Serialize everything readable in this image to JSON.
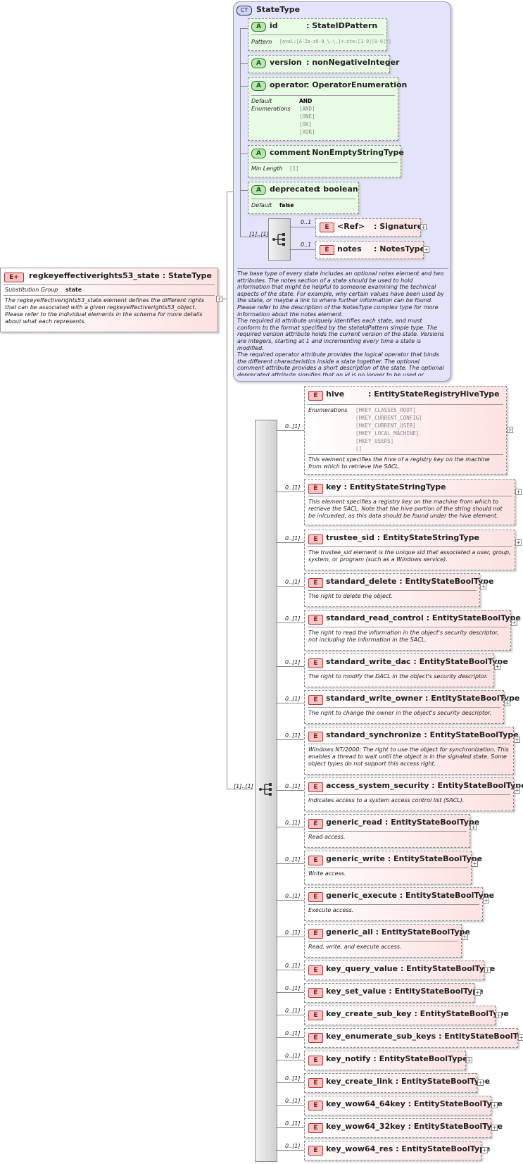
{
  "root": {
    "badge": "E",
    "badge_plus": "+",
    "name": "regkeyeffectiverights53_state",
    "type_sep": ":",
    "type": "StateType",
    "subst_label": "Substitution Group",
    "subst_value": "state",
    "description": "The regkeyeffectiverights53_state element defines the different rights that can be associated with a given regkeyeffectiverights53_object. Please refer to the individual elements in the schema for more details about what each represents."
  },
  "complex_type": {
    "badge": "CT",
    "name": "StateType",
    "multiplicity": "[1]..[1]",
    "description": "The base type of every state includes an optional notes element and two attributes. The notes section of a state should be used to hold information that might be helpful to someone examining the technical aspects of the state. For example, why certain values have been used by the state, or maybe a link to where further information can be found. Please refer to the description of the NotesType complex type for more information about the notes element.\nThe required id attribute uniquely identifies each state, and must conform to the format specified by the stateIdPattern simple type. The required version attribute holds the current version of the state. Versions are integers, starting at 1 and incrementing every time a state is modified.\nThe required operator attribute provides the logical operator that binds the different characteristics inside a state together. The optional comment attribute provides a short description of the state. The optional deprecated attribute signifies that an id is no longer to be used or referenced but the i",
    "attributes": [
      {
        "badge": "A",
        "name": "id",
        "type": ": StateIDPattern",
        "rows": [
          {
            "label": "Pattern",
            "values": [
              "[oval:[A-Za-z0-9_\\-\\.]+:ste:[1-9][0-9]*]"
            ]
          }
        ]
      },
      {
        "badge": "A",
        "name": "version",
        "type": ": nonNegativeInteger",
        "rows": []
      },
      {
        "badge": "A",
        "name": "operator",
        "type": ": OperatorEnumeration",
        "rows": [
          {
            "label": "Default",
            "values": [
              "AND"
            ]
          },
          {
            "label": "Enumerations",
            "values": [
              "[AND]",
              "[ONE]",
              "[OR]",
              "[XOR]"
            ]
          }
        ]
      },
      {
        "badge": "A",
        "name": "comment",
        "type": ": NonEmptyStringType",
        "rows": [
          {
            "label": "Min Length",
            "values": [
              "[1]"
            ]
          }
        ]
      },
      {
        "badge": "A",
        "name": "deprecated",
        "type": ": boolean",
        "rows": [
          {
            "label": "Default",
            "values": [
              "false"
            ]
          }
        ]
      }
    ],
    "children": [
      {
        "badge": "E",
        "multiplicity": "0..1",
        "name": "<Ref>",
        "type": ": Signature"
      },
      {
        "badge": "E",
        "multiplicity": "0..1",
        "name": "notes",
        "type": ": NotesType"
      }
    ]
  },
  "sequence": {
    "multiplicity": "[1]..[1]",
    "elements": [
      {
        "badge": "E",
        "multiplicity": "0..[1]",
        "name": "hive",
        "type": ": EntityStateRegistryHiveType",
        "enum_label": "Enumerations",
        "enumerations": [
          "[HKEY_CLASSES_ROOT]",
          "[HKEY_CURRENT_CONFIG]",
          "[HKEY_CURRENT_USER]",
          "[HKEY_LOCAL_MACHINE]",
          "[HKEY_USERS]",
          "[]"
        ],
        "description": "This element specifies the hive of a registry key on the machine from which to retrieve the SACL."
      },
      {
        "badge": "E",
        "multiplicity": "0..[1]",
        "name": "key",
        "type": ": EntityStateStringType",
        "description": "This element specifies a registry key on the machine from which to retrieve the SACL. Note that the hive portion of the string should not be inlcueded, as this data should be found under the hive element."
      },
      {
        "badge": "E",
        "multiplicity": "0..[1]",
        "name": "trustee_sid",
        "type": ": EntityStateStringType",
        "description": "The trustee_sid element is the unique sid that associated a user, group, system, or program (such as a Windows service)."
      },
      {
        "badge": "E",
        "multiplicity": "0..[1]",
        "name": "standard_delete",
        "type": ": EntityStateBoolType",
        "description": "The right to delete the object."
      },
      {
        "badge": "E",
        "multiplicity": "0..[1]",
        "name": "standard_read_control",
        "type": ": EntityStateBoolType",
        "description": "The right to read the information in the object's security descriptor, not including the information in the SACL."
      },
      {
        "badge": "E",
        "multiplicity": "0..[1]",
        "name": "standard_write_dac",
        "type": ": EntityStateBoolType",
        "description": "The right to modify the DACL in the object's security descriptor."
      },
      {
        "badge": "E",
        "multiplicity": "0..[1]",
        "name": "standard_write_owner",
        "type": ": EntityStateBoolType",
        "description": "The right to change the owner in the object's security descriptor."
      },
      {
        "badge": "E",
        "multiplicity": "0..[1]",
        "name": "standard_synchronize",
        "type": ": EntityStateBoolType",
        "description": "Windows NT/2000: The right to use the object for synchronization. This enables a thread to wait until the object is in the signaled state. Some object types do not support this access right."
      },
      {
        "badge": "E",
        "multiplicity": "0..[1]",
        "name": "access_system_security",
        "type": ": EntityStateBoolType",
        "description": "Indicates access to a system access control list (SACL)."
      },
      {
        "badge": "E",
        "multiplicity": "0..[1]",
        "name": "generic_read",
        "type": ": EntityStateBoolType",
        "description": "Read access."
      },
      {
        "badge": "E",
        "multiplicity": "0..[1]",
        "name": "generic_write",
        "type": ": EntityStateBoolType",
        "description": "Write access."
      },
      {
        "badge": "E",
        "multiplicity": "0..[1]",
        "name": "generic_execute",
        "type": ": EntityStateBoolType",
        "description": "Execute access."
      },
      {
        "badge": "E",
        "multiplicity": "0..[1]",
        "name": "generic_all",
        "type": ": EntityStateBoolType",
        "description": "Read, write, and execute access."
      },
      {
        "badge": "E",
        "multiplicity": "0..[1]",
        "name": "key_query_value",
        "type": ": EntityStateBoolType"
      },
      {
        "badge": "E",
        "multiplicity": "0..[1]",
        "name": "key_set_value",
        "type": ": EntityStateBoolType"
      },
      {
        "badge": "E",
        "multiplicity": "0..[1]",
        "name": "key_create_sub_key",
        "type": ": EntityStateBoolType"
      },
      {
        "badge": "E",
        "multiplicity": "0..[1]",
        "name": "key_enumerate_sub_keys",
        "type": ": EntityStateBoolType"
      },
      {
        "badge": "E",
        "multiplicity": "0..[1]",
        "name": "key_notify",
        "type": ": EntityStateBoolType"
      },
      {
        "badge": "E",
        "multiplicity": "0..[1]",
        "name": "key_create_link",
        "type": ": EntityStateBoolType"
      },
      {
        "badge": "E",
        "multiplicity": "0..[1]",
        "name": "key_wow64_64key",
        "type": ": EntityStateBoolType"
      },
      {
        "badge": "E",
        "multiplicity": "0..[1]",
        "name": "key_wow64_32key",
        "type": ": EntityStateBoolType"
      },
      {
        "badge": "E",
        "multiplicity": "0..[1]",
        "name": "key_wow64_res",
        "type": ": EntityStateBoolType"
      }
    ]
  },
  "expand_glyph": "+"
}
